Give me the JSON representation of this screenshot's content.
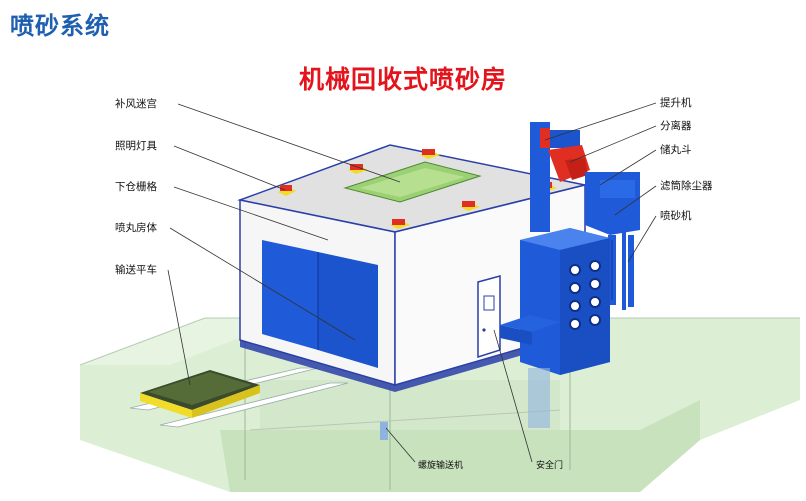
{
  "header": {
    "title": "喷砂系统"
  },
  "diagram": {
    "title": "机械回收式喷砂房",
    "labels_left": {
      "ventilation_maze": "补风迷宫",
      "lighting": "照明灯具",
      "grating": "下仓栅格",
      "chamber_body": "喷丸房体",
      "transport_cart": "输送平车"
    },
    "labels_right": {
      "elevator": "提升机",
      "separator": "分离器",
      "shot_hopper": "储丸斗",
      "cartridge_filter": "滤筒除尘器",
      "blasting_machine": "喷砂机"
    },
    "labels_bottom": {
      "screw_conveyor": "螺旋输送机",
      "safety_door": "安全门"
    },
    "colors": {
      "brand_blue": "#1f5fb0",
      "title_red": "#e3141c",
      "equipment_blue": "#1f5bd8",
      "floor_green": "#d8ecd0",
      "grating_green": "#9bd075",
      "lamp_red": "#e02f22",
      "cart_yellow": "#f2dc2a"
    }
  }
}
